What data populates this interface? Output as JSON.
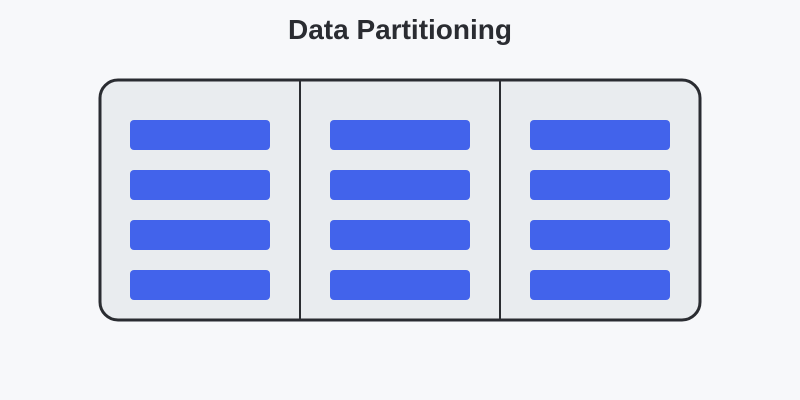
{
  "title": "Data Partitioning",
  "colors": {
    "background": "#f7f8fa",
    "container_fill": "#e9ecef",
    "container_stroke": "#2a2c31",
    "record_fill": "#4263eb",
    "title_text": "#2a2c31"
  },
  "diagram": {
    "partitions": [
      {
        "records": 4
      },
      {
        "records": 4
      },
      {
        "records": 4
      }
    ]
  }
}
